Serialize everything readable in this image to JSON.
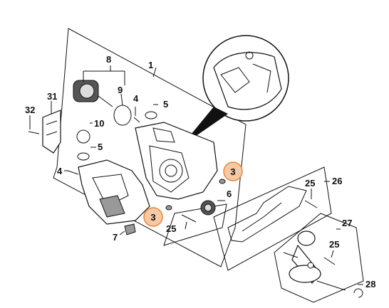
{
  "labels": {
    "l1": "1",
    "l3a": "3",
    "l3b": "3",
    "l4a": "4",
    "l4b": "4",
    "l5a": "5",
    "l5b": "5",
    "l6": "6",
    "l7": "7",
    "l8": "8",
    "l9": "9",
    "l10": "10",
    "l25a": "25",
    "l25b": "25",
    "l25c": "25",
    "l26": "26",
    "l27": "27",
    "l28": "28",
    "l31": "31",
    "l32": "32"
  },
  "colors": {
    "highlight_fill": "#f6c9a6",
    "highlight_stroke": "#e8873a",
    "line": "#111111"
  }
}
